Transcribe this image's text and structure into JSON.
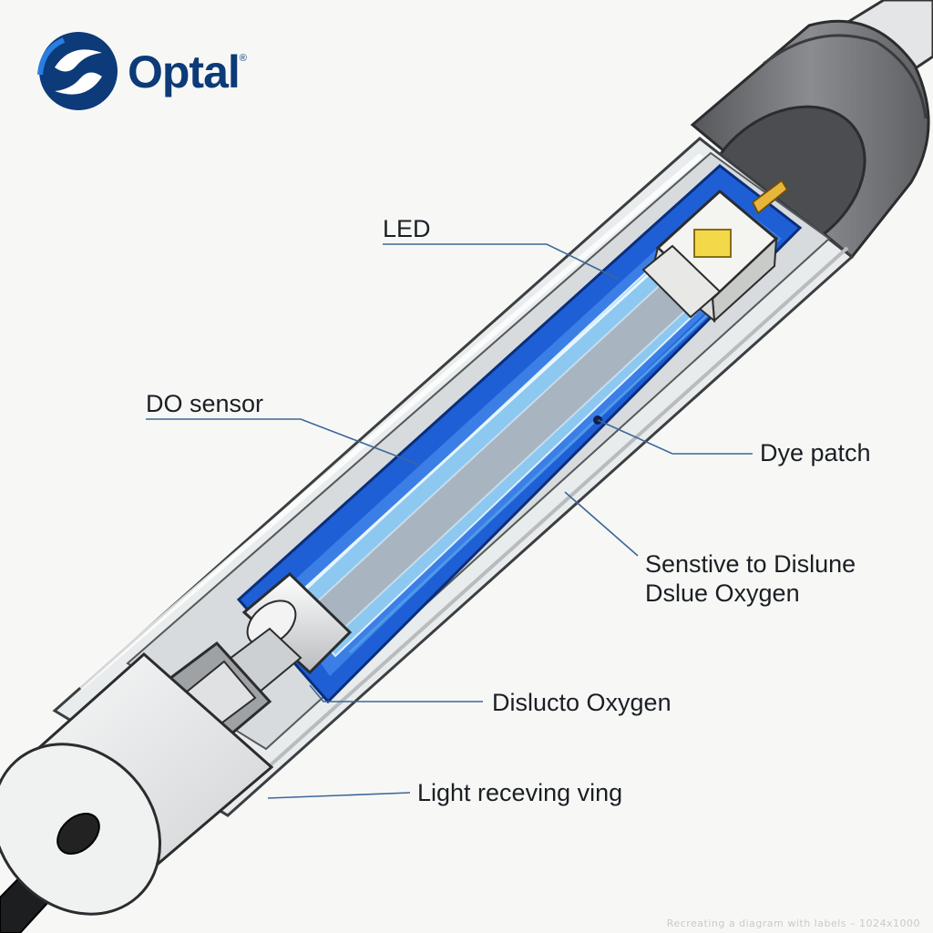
{
  "brand": {
    "name": "Optal",
    "mark": "®",
    "logo_icon": "swirl-logo-icon",
    "color": "#0d3a78"
  },
  "labels": {
    "led": "LED",
    "do_sensor": "DO sensor",
    "dye_patch": "Dye patch",
    "sensitive_line1": "Senstive to Dislune",
    "sensitive_line2": "Dslue Oxygen",
    "dissolved": "Dislucto Oxygen",
    "light_receiving": "Light receving ving"
  },
  "watermark": "Recreating a diagram with labels – 1024x1000",
  "colors": {
    "tube_blue": "#1e5fd6",
    "inner_light_blue": "#8cc8f0",
    "housing_gray": "#6f7175",
    "led_chip": "#f3d84a",
    "label_text": "#1b1f24"
  }
}
